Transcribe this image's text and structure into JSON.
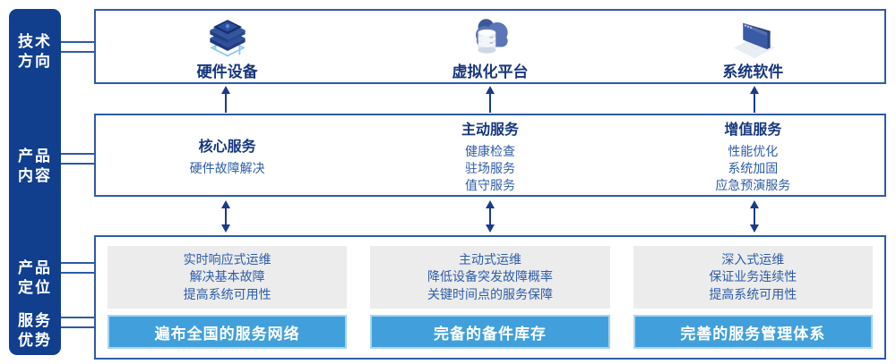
{
  "colors": {
    "sidebar_bg": "#113f8e",
    "box_border": "#2d5ba7",
    "title_text": "#16377e",
    "body_text": "#2d5ca8",
    "banner_bg": "#41a0dc",
    "banner_border": "#a9d4f0",
    "panel_bg": "#ececec",
    "arrow": "#1a3b8c"
  },
  "sidebar": {
    "groups": [
      {
        "line1": "技术",
        "line2": "方向"
      },
      {
        "line1": "产品",
        "line2": "内容"
      },
      {
        "line1": "产品",
        "line2": "定位"
      },
      {
        "line1": "服务",
        "line2": "优势"
      }
    ]
  },
  "tech_row": {
    "items": [
      {
        "icon": "server-stack-icon",
        "label": "硬件设备"
      },
      {
        "icon": "cloud-database-icon",
        "label": "虚拟化平台"
      },
      {
        "icon": "code-window-icon",
        "label": "系统软件"
      }
    ]
  },
  "content_row": {
    "columns": [
      {
        "title": "核心服务",
        "items": [
          "硬件故障解决"
        ]
      },
      {
        "title": "主动服务",
        "items": [
          "健康检查",
          "驻场服务",
          "值守服务"
        ]
      },
      {
        "title": "增值服务",
        "items": [
          "性能优化",
          "系统加固",
          "应急预演服务"
        ]
      }
    ]
  },
  "position_row": {
    "columns": [
      {
        "points": [
          "实时响应式运维",
          "解决基本故障",
          "提高系统可用性"
        ],
        "banner": "遍布全国的服务网络"
      },
      {
        "points": [
          "主动式运维",
          "降低设备突发故障概率",
          "关键时间点的服务保障"
        ],
        "banner": "完备的备件库存"
      },
      {
        "points": [
          "深入式运维",
          "保证业务连续性",
          "提高系统可用性"
        ],
        "banner": "完善的服务管理体系"
      }
    ]
  }
}
